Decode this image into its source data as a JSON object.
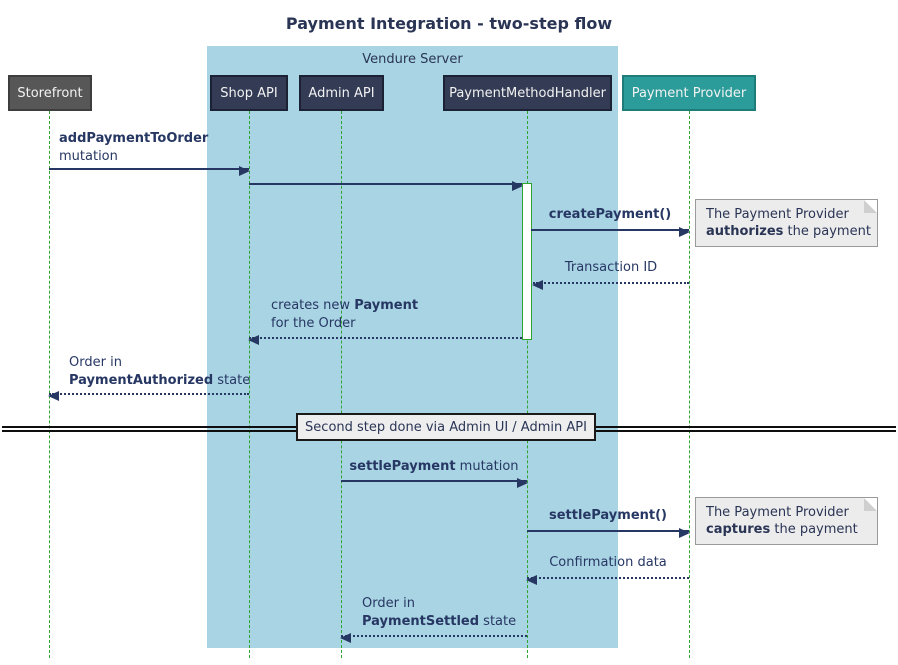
{
  "title": "Payment Integration - two-step flow",
  "container": {
    "label": "Vendure Server"
  },
  "participants": {
    "storefront": {
      "label": "Storefront",
      "fill": "#575757"
    },
    "shop_api": {
      "label": "Shop API",
      "fill": "#333b55"
    },
    "admin_api": {
      "label": "Admin API",
      "fill": "#333b55"
    },
    "payment_method_handler": {
      "label": "PaymentMethodHandler",
      "fill": "#333b55"
    },
    "payment_provider": {
      "label": "Payment Provider",
      "fill": "#2b9c99"
    }
  },
  "messages": {
    "add_payment": {
      "bold": "addPaymentToOrder",
      "line2": "mutation"
    },
    "create_payment": {
      "label": "createPayment()"
    },
    "transaction_id": {
      "label": "Transaction ID"
    },
    "creates_payment": {
      "pre": "creates new ",
      "bold": "Payment",
      "line2": "for the Order"
    },
    "payment_authorized": {
      "line1": "Order in",
      "bold": "PaymentAuthorized",
      "post": " state"
    },
    "settle_payment_mutation": {
      "bold": "settlePayment",
      "post": " mutation"
    },
    "settle_payment_call": {
      "label": "settlePayment()"
    },
    "confirmation": {
      "label": "Confirmation data"
    },
    "payment_settled": {
      "line1": "Order in",
      "bold": "PaymentSettled",
      "post": " state"
    }
  },
  "divider": {
    "label": "Second step done via Admin UI / Admin API"
  },
  "notes": {
    "authorize": {
      "line1": "The Payment Provider",
      "bold": "authorizes",
      "post": " the payment"
    },
    "capture": {
      "line1": "The Payment Provider",
      "bold": "captures",
      "post": " the payment"
    }
  },
  "colors": {
    "vendure_box": "#a9d4e4",
    "participant": "#333b55",
    "storefront": "#575757",
    "provider": "#2b9c99",
    "lifeline": "#2fa42f",
    "arrow": "#273763",
    "note_fill": "#ececec"
  }
}
